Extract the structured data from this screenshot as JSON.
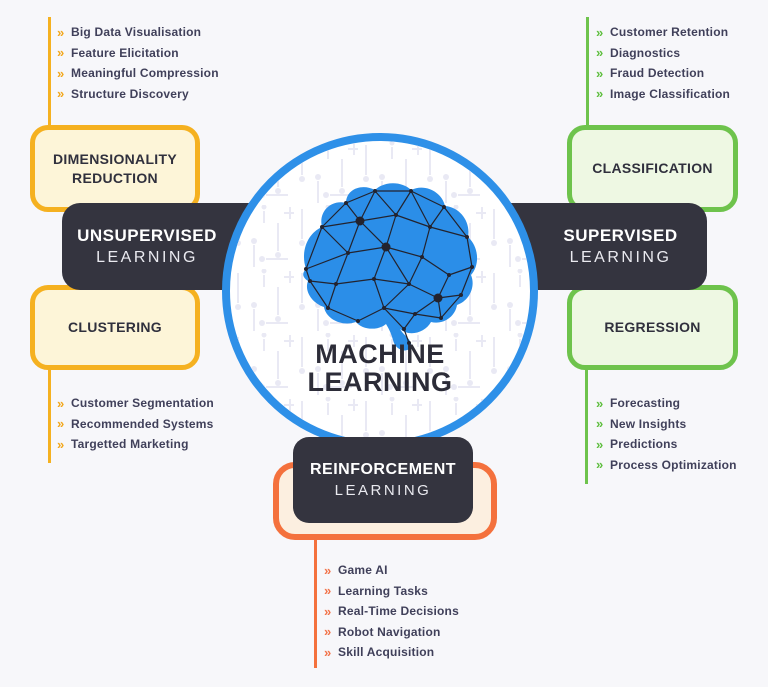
{
  "ui": {
    "bullet": "»"
  },
  "colors": {
    "background": "#f7f7fa",
    "banner_dark": "#34343f",
    "yellow_accent": "#f5b120",
    "green_accent": "#6ec34c",
    "orange_accent": "#f4713d",
    "circle_blue": "#2e90e8",
    "brain_blue": "#2b8ee8"
  },
  "center": {
    "title": [
      "MACHINE",
      "LEARNING"
    ]
  },
  "left": {
    "banner": [
      "UNSUPERVISED",
      "LEARNING"
    ],
    "top_box": [
      "DIMENSIONALITY",
      "REDUCTION"
    ],
    "bottom_box": [
      "CLUSTERING"
    ],
    "top_list": [
      "Big Data Visualisation",
      "Feature Elicitation",
      "Meaningful Compression",
      "Structure Discovery"
    ],
    "bottom_list": [
      "Customer Segmentation",
      "Recommended Systems",
      "Targetted Marketing"
    ]
  },
  "right": {
    "banner": [
      "SUPERVISED",
      "LEARNING"
    ],
    "top_box": [
      "CLASSIFICATION"
    ],
    "bottom_box": [
      "REGRESSION"
    ],
    "top_list": [
      "Customer Retention",
      "Diagnostics",
      "Fraud Detection",
      "Image Classification"
    ],
    "bottom_list": [
      "Forecasting",
      "New Insights",
      "Predictions",
      "Process Optimization"
    ]
  },
  "bottom": {
    "banner": [
      "REINFORCEMENT",
      "LEARNING"
    ],
    "list": [
      "Game AI",
      "Learning Tasks",
      "Real-Time Decisions",
      "Robot Navigation",
      "Skill Acquisition"
    ]
  }
}
